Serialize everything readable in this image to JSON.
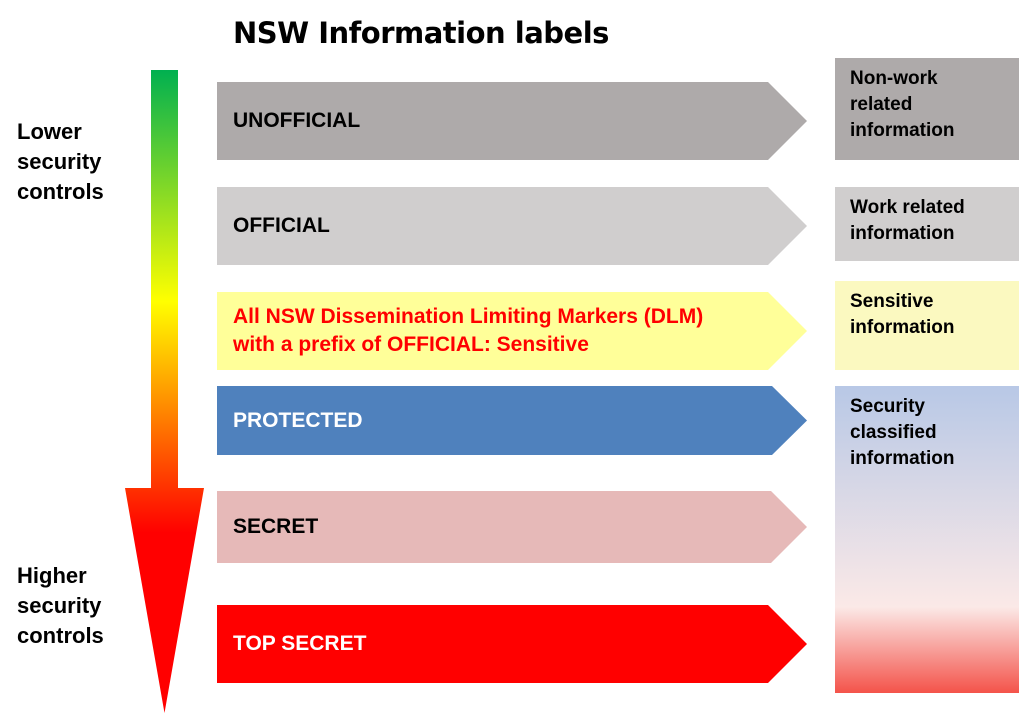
{
  "title": "NSW Information labels",
  "side_labels": {
    "lower": [
      "Lower",
      "security",
      "controls"
    ],
    "higher": [
      "Higher",
      "security",
      "controls"
    ]
  },
  "bands": [
    {
      "id": "unofficial",
      "lines": [
        "UNOFFICIAL"
      ],
      "fill": "#aeaaaa",
      "text_color": "#000000"
    },
    {
      "id": "official",
      "lines": [
        "OFFICIAL"
      ],
      "fill": "#d0cece",
      "text_color": "#000000"
    },
    {
      "id": "dlm",
      "lines": [
        "All NSW Dissemination Limiting Markers (DLM)",
        "with a prefix of OFFICIAL:  Sensitive"
      ],
      "fill": "#ffff99",
      "text_color": "#ff0000"
    },
    {
      "id": "protected",
      "lines": [
        "PROTECTED"
      ],
      "fill": "#4f81bd",
      "text_color": "#ffffff"
    },
    {
      "id": "secret",
      "lines": [
        "SECRET"
      ],
      "fill": "#e6b9b8",
      "text_color": "#000000"
    },
    {
      "id": "top-secret",
      "lines": [
        "TOP SECRET"
      ],
      "fill": "#ff0000",
      "text_color": "#ffffff"
    }
  ],
  "info_boxes": [
    {
      "id": "non-work",
      "lines": [
        "Non-work",
        "related",
        "information"
      ],
      "fill": "#aeaaaa"
    },
    {
      "id": "work-related",
      "lines": [
        "Work related",
        "information"
      ],
      "fill": "#d0cece"
    },
    {
      "id": "sensitive",
      "lines": [
        "Sensitive",
        "information"
      ],
      "fill": "#fbf9c0"
    },
    {
      "id": "security-classified",
      "lines": [
        "Security",
        "classified",
        "information"
      ],
      "fill": "gradient"
    }
  ],
  "colors": {
    "arrow_top": "#00b050",
    "arrow_middle": "#ffff00",
    "arrow_bottom": "#ff0000",
    "classified_top": "#b8c8e6",
    "classified_middle": "#fbe9e7",
    "classified_bottom": "#f4534a"
  }
}
